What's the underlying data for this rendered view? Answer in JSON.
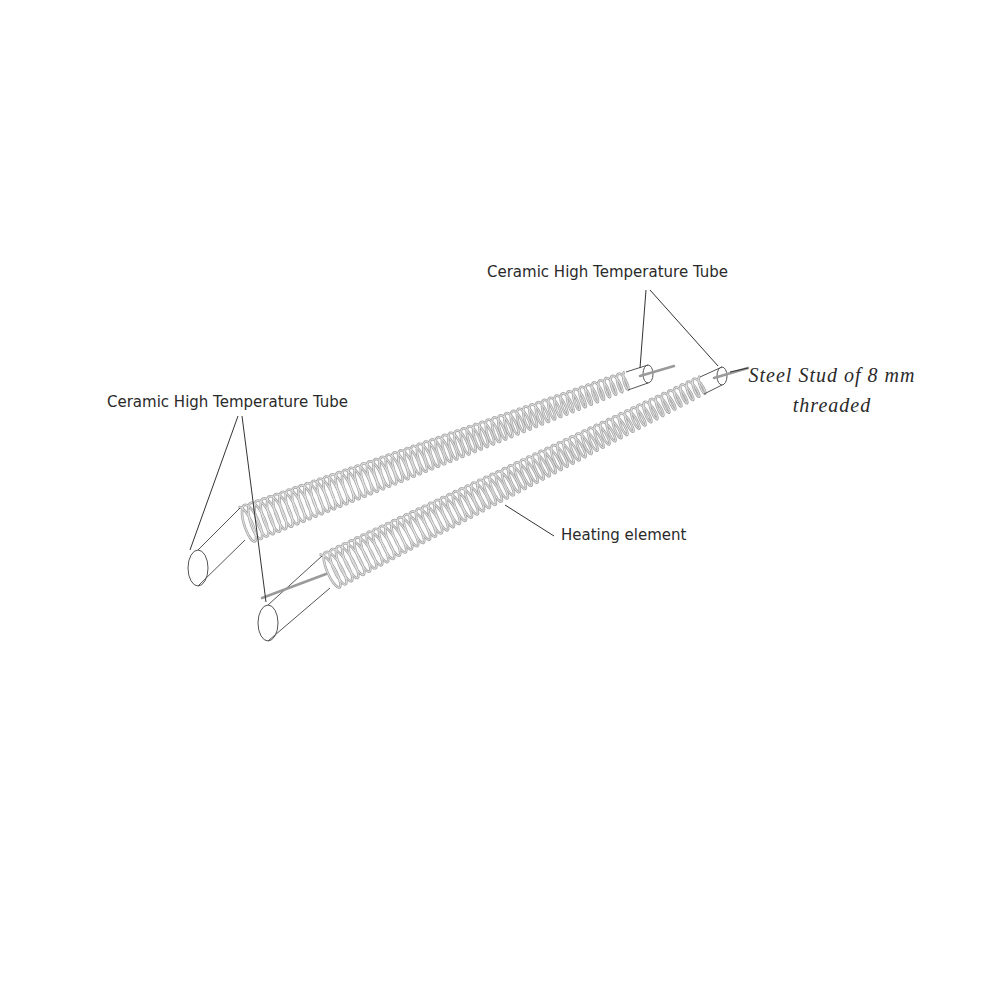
{
  "diagram": {
    "labels": [
      "Ceramic High Temperature Tube",
      "Ceramic High Temperature Tube",
      "Steel Stud of 8 mm threaded",
      "Heating element"
    ]
  }
}
